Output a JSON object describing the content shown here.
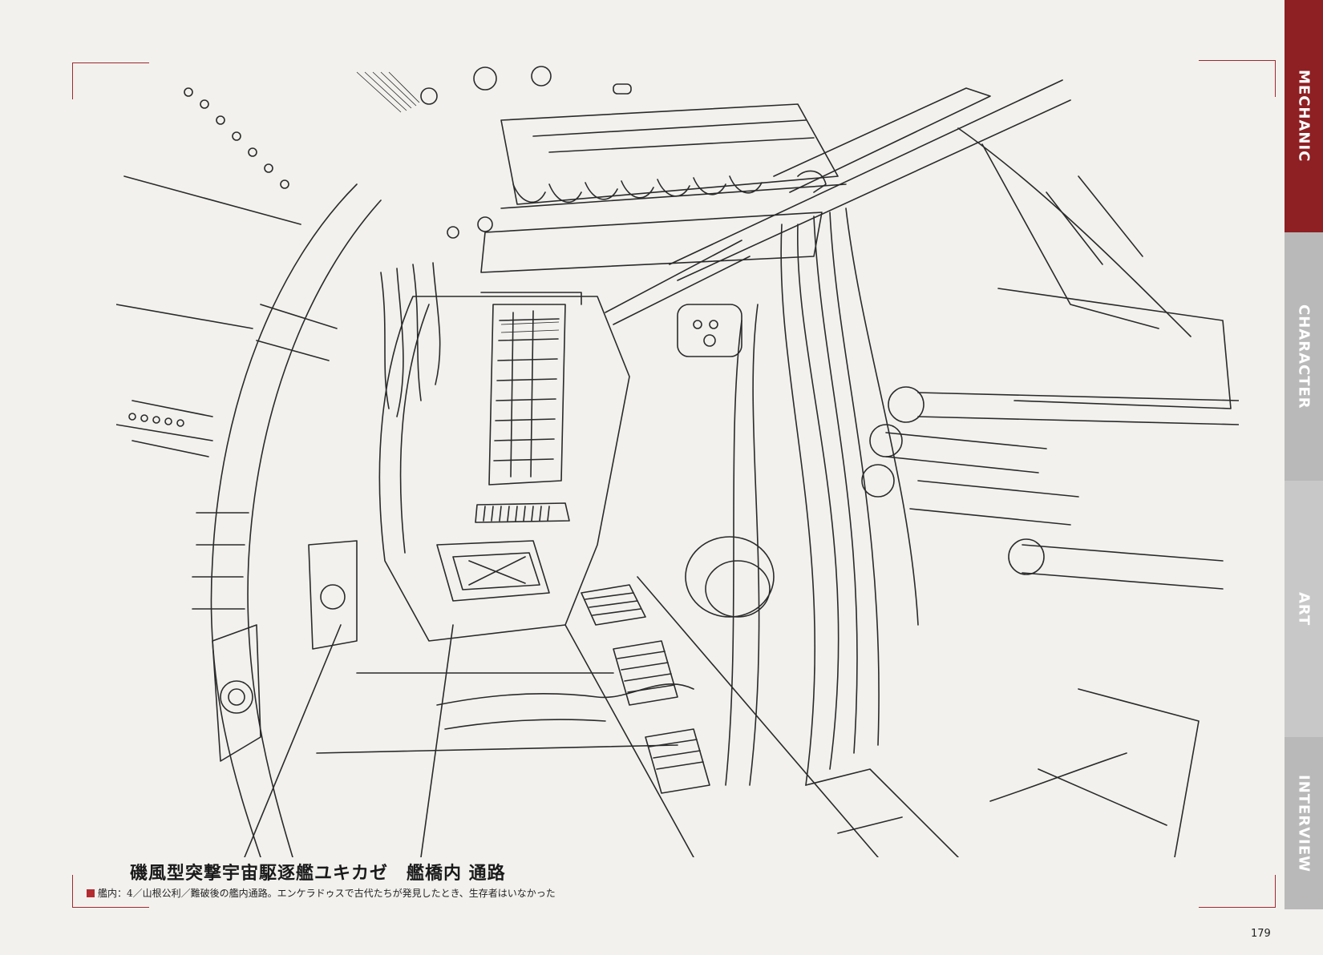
{
  "caption": {
    "title": "磯風型突撃宇宙駆逐艦ユキカゼ　艦橋内 通路",
    "note": "艦内：4／山根公利／難破後の艦内通路。エンケラドゥスで古代たちが発見したとき、生存者はいなかった"
  },
  "page_number": "179",
  "side_tabs": [
    {
      "label": "MECHANIC",
      "active": true
    },
    {
      "label": "CHARACTER",
      "active": false
    },
    {
      "label": "ART",
      "active": false
    },
    {
      "label": "INTERVIEW",
      "active": false
    }
  ],
  "colors": {
    "accent": "#8e1f22",
    "tab_inactive": "#b9b9b9",
    "line_art": "#2a2a2a",
    "paper": "#f2f1ee"
  }
}
